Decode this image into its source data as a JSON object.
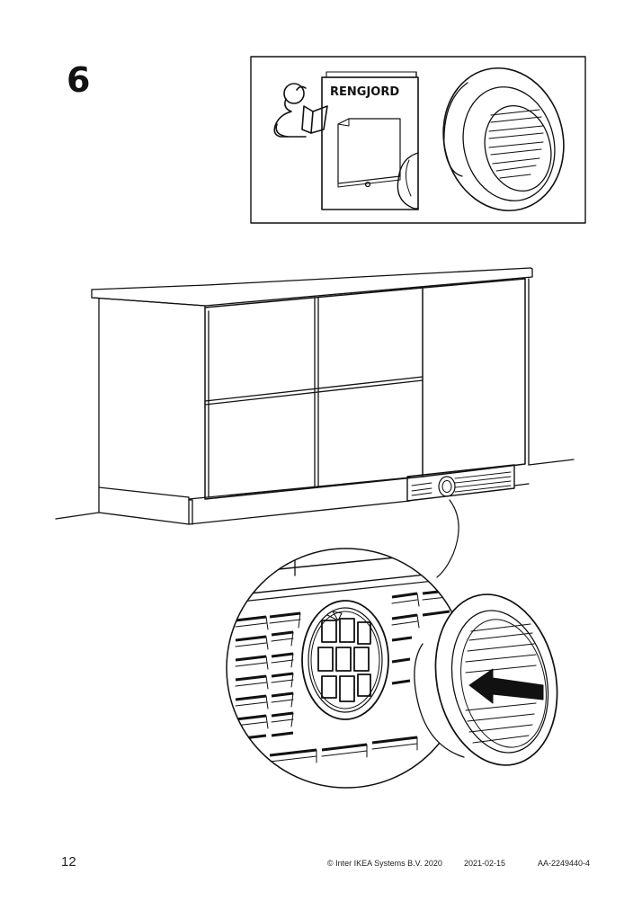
{
  "step": {
    "number": "6"
  },
  "manual": {
    "title": "RENGJORD"
  },
  "footer": {
    "page_number": "12",
    "copyright": "© Inter IKEA Systems B.V. 2020",
    "date": "2021-02-15",
    "doc_id": "AA-2249440-4"
  },
  "icons": [
    "ikea-person-reading-icon",
    "manual-booklet-icon",
    "vent-cap-icon",
    "insert-arrow-icon"
  ]
}
